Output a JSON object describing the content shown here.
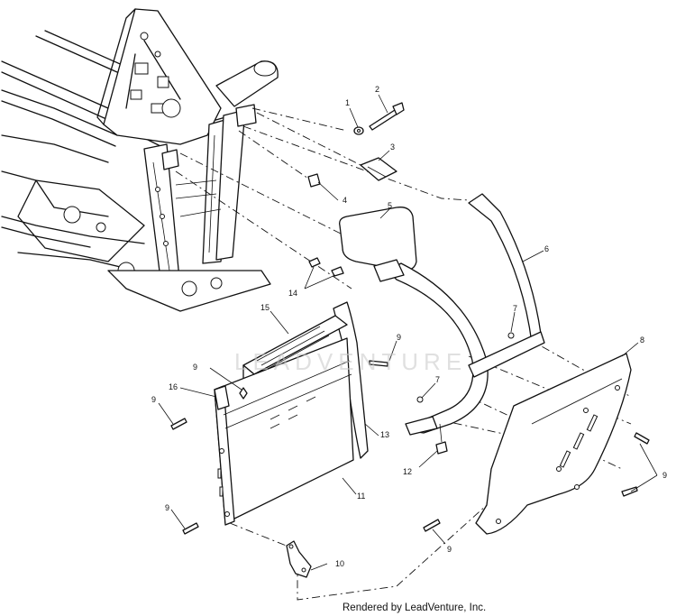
{
  "watermark": "LEADVENTURE",
  "credit": "Rendered by LeadVenture, Inc.",
  "callouts": {
    "c1": "1",
    "c2": "2",
    "c3": "3",
    "c4": "4",
    "c5": "5",
    "c6": "6",
    "c7a": "7",
    "c7b": "7",
    "c8": "8",
    "c9a": "9",
    "c9b": "9",
    "c9c": "9",
    "c9d": "9",
    "c9e": "9",
    "c9f": "9",
    "c10": "10",
    "c11": "11",
    "c12": "12",
    "c13": "13",
    "c14": "14",
    "c15": "15",
    "c16": "16"
  }
}
